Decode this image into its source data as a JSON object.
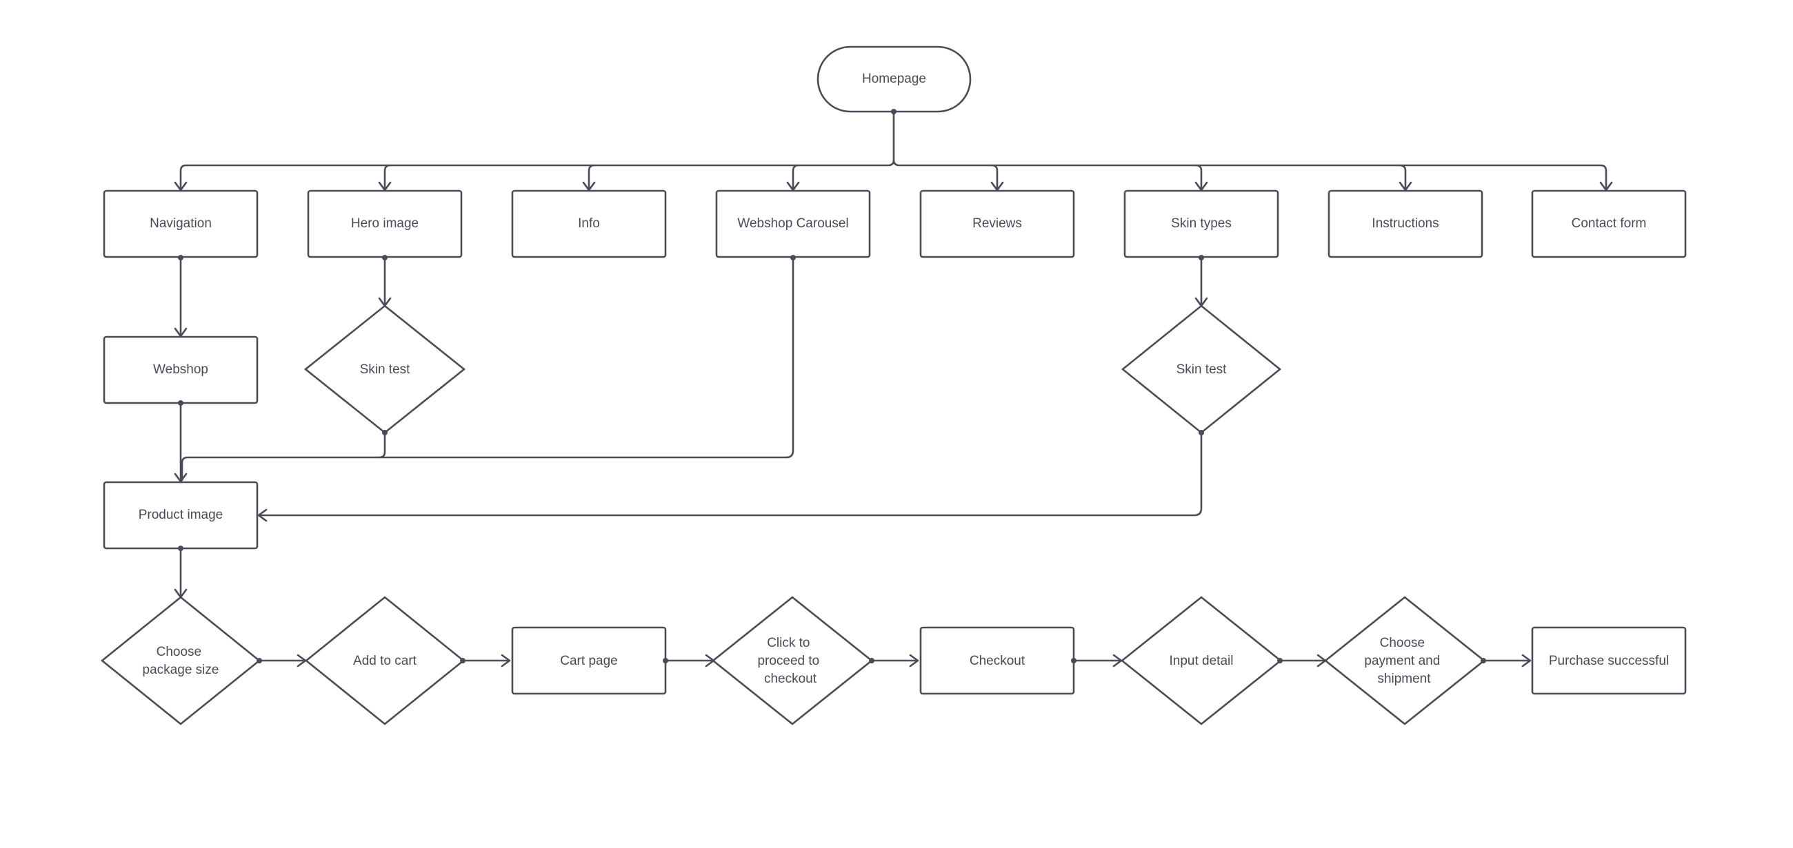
{
  "colors": {
    "stroke": "#4a4b57",
    "text": "#4a4b57",
    "background": "#ffffff"
  },
  "diagram": {
    "nodes": {
      "homepage": {
        "label": "Homepage"
      },
      "navigation": {
        "label": "Navigation"
      },
      "hero_image": {
        "label": "Hero image"
      },
      "info": {
        "label": "Info"
      },
      "webshop_carousel": {
        "label": "Webshop Carousel"
      },
      "reviews": {
        "label": "Reviews"
      },
      "skin_types": {
        "label": "Skin types"
      },
      "instructions": {
        "label": "Instructions"
      },
      "contact_form": {
        "label": "Contact form"
      },
      "webshop": {
        "label": "Webshop"
      },
      "skin_test_hero": {
        "label": "Skin test"
      },
      "skin_test_types": {
        "label": "Skin test"
      },
      "product_image": {
        "label": "Product image"
      },
      "choose_package_size": {
        "lines": [
          "Choose",
          "package size"
        ]
      },
      "add_to_cart": {
        "label": "Add to cart"
      },
      "cart_page": {
        "label": "Cart page"
      },
      "click_to_proceed": {
        "lines": [
          "Click to",
          "proceed to",
          "checkout"
        ]
      },
      "checkout": {
        "label": "Checkout"
      },
      "input_detail": {
        "label": "Input detail"
      },
      "choose_payment": {
        "lines": [
          "Choose",
          "payment and",
          "shipment"
        ]
      },
      "purchase_successful": {
        "label": "Purchase successful"
      }
    }
  }
}
